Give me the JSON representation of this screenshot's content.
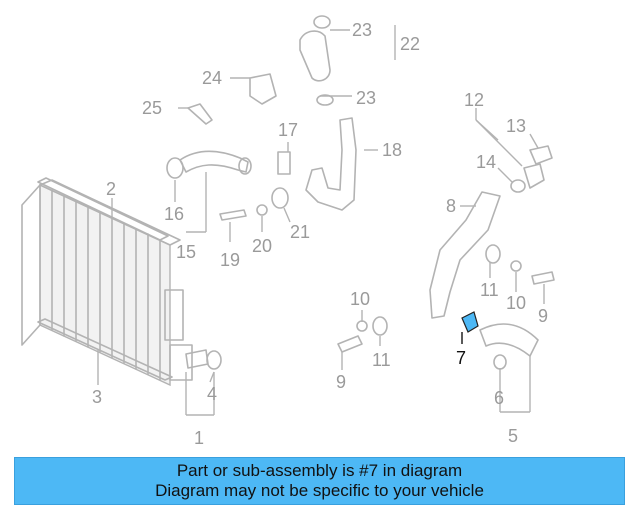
{
  "callouts": {
    "c1": "1",
    "c2": "2",
    "c3": "3",
    "c4": "4",
    "c5": "5",
    "c6": "6",
    "c7": "7",
    "c8": "8",
    "c9a": "9",
    "c9b": "9",
    "c10a": "10",
    "c10b": "10",
    "c11a": "11",
    "c11b": "11",
    "c12": "12",
    "c13": "13",
    "c14": "14",
    "c15": "15",
    "c16": "16",
    "c17": "17",
    "c18": "18",
    "c19": "19",
    "c20": "20",
    "c21": "21",
    "c22": "22",
    "c23a": "23",
    "c23b": "23",
    "c24": "24",
    "c25": "25"
  },
  "highlight_color": "#4db8f5",
  "banner": {
    "line1": "Part or sub-assembly is #7 in diagram",
    "line2": "Diagram may not be specific to your vehicle",
    "background": "#4db8f5"
  }
}
